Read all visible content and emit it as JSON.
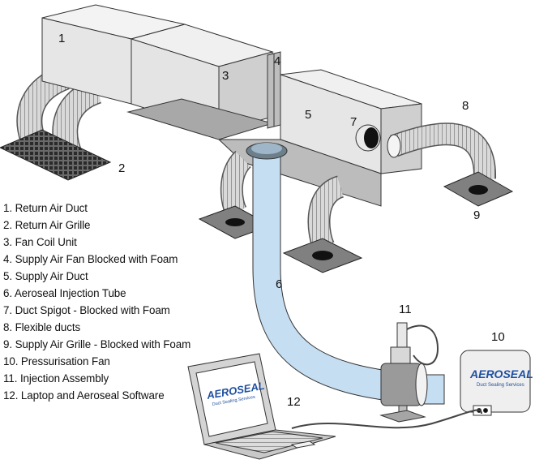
{
  "callouts": {
    "n1": "1",
    "n2": "2",
    "n3": "3",
    "n4": "4",
    "n5": "5",
    "n6": "6",
    "n7": "7",
    "n8": "8",
    "n9": "9",
    "n10": "10",
    "n11": "11",
    "n12": "12"
  },
  "legend": [
    "1. Return Air Duct",
    "2. Return Air Grille",
    "3. Fan Coil Unit",
    "4. Supply Air Fan Blocked with Foam",
    "5. Supply Air Duct",
    "6. Aeroseal Injection Tube",
    "7. Duct Spigot - Blocked with Foam",
    "8. Flexible ducts",
    "9. Supply Air Grille - Blocked with Foam",
    "10. Pressurisation Fan",
    "11. Injection Assembly",
    "12. Laptop and Aeroseal Software"
  ],
  "branding": {
    "logo_word": "AEROSEAL",
    "logo_tagline": "Duct Sealing Services"
  },
  "colors": {
    "duct_light": "#ececec",
    "duct_mid": "#d6d6d6",
    "duct_dark": "#9a9a9a",
    "tube_blue": "#c6def2",
    "logo_blue": "#1f4fa0"
  }
}
